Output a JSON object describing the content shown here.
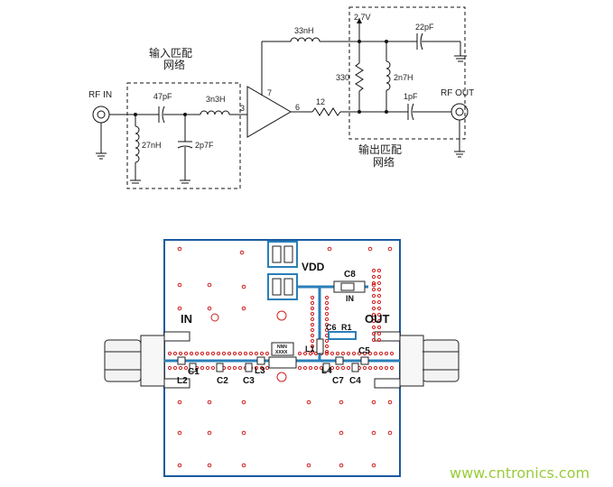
{
  "schematic": {
    "input_network_label_line1": "输入匹配",
    "input_network_label_line2": "网络",
    "output_network_label_line1": "输出匹配",
    "output_network_label_line2": "网络",
    "rf_in": "RF IN",
    "rf_out": "RF OUT",
    "supply": "2.7V",
    "components": {
      "c_in": "47pF",
      "l_in": "3n3H",
      "l_shunt": "27nH",
      "c_shunt": "2p7F",
      "l_feedback": "33nH",
      "r_series": "12",
      "r_bias": "330",
      "l_choke": "2n7H",
      "c_bypass": "22pF",
      "c_out": "1pF"
    },
    "pins": {
      "pin3": "3",
      "pin7": "7",
      "pin6": "6"
    }
  },
  "pcb": {
    "vdd": "VDD",
    "in": "IN",
    "out": "OUT",
    "ic_line1": "NNN",
    "ic_line2": "XXXX",
    "labels": {
      "c8": "C8",
      "in_small": "IN",
      "c6": "C6",
      "r1": "R1",
      "l1": "L1",
      "c5": "C5",
      "c1": "C1",
      "l2": "L2",
      "c2": "C2",
      "c3": "C3",
      "l3": "L3",
      "l4": "L4",
      "c7": "C7",
      "c4": "C4"
    }
  },
  "watermark": "www.cntronics.com"
}
